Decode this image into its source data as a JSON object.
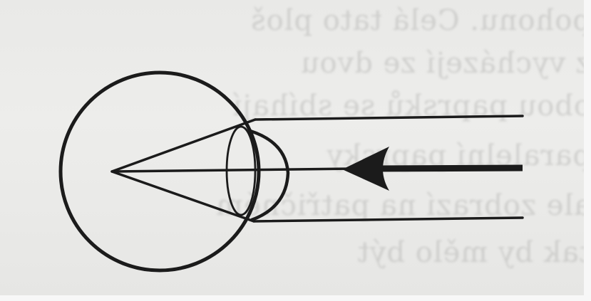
{
  "bleed_through": {
    "line1": "pohonu. Celá tato ploš",
    "line2": "z vycházejí ze dvou",
    "line3": "obou paprsků se sbíhají",
    "line4": "paralelní paprsky",
    "line5": "ale zobrazí na patřičném",
    "line6": "tak by mělo být"
  },
  "diagram": {
    "stroke_color": "#1b1b1b"
  }
}
